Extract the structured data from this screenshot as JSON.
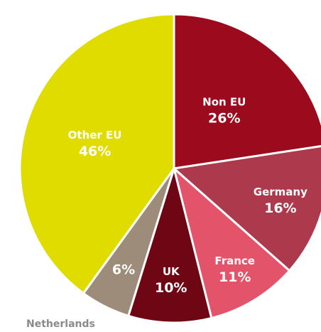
{
  "chart_data": {
    "type": "pie",
    "slices": [
      {
        "name": "Non EU",
        "value": 26,
        "label": "26%",
        "color": "#9c0a1d"
      },
      {
        "name": "Germany",
        "value": 16,
        "label": "16%",
        "color": "#ad3a4c"
      },
      {
        "name": "France",
        "value": 11,
        "label": "11%",
        "color": "#e3546a"
      },
      {
        "name": "UK",
        "value": 10,
        "label": "10%",
        "color": "#6e0614"
      },
      {
        "name": "Netherlands",
        "value": 6,
        "label": "6%",
        "color": "#9e8c7b"
      },
      {
        "name": "Other EU",
        "value": 46,
        "label": "46%",
        "color": "#e0dc00"
      }
    ],
    "start_angle_deg": 0,
    "direction": "clockwise",
    "label_placement": {
      "Netherlands": "name-outside-below"
    }
  }
}
